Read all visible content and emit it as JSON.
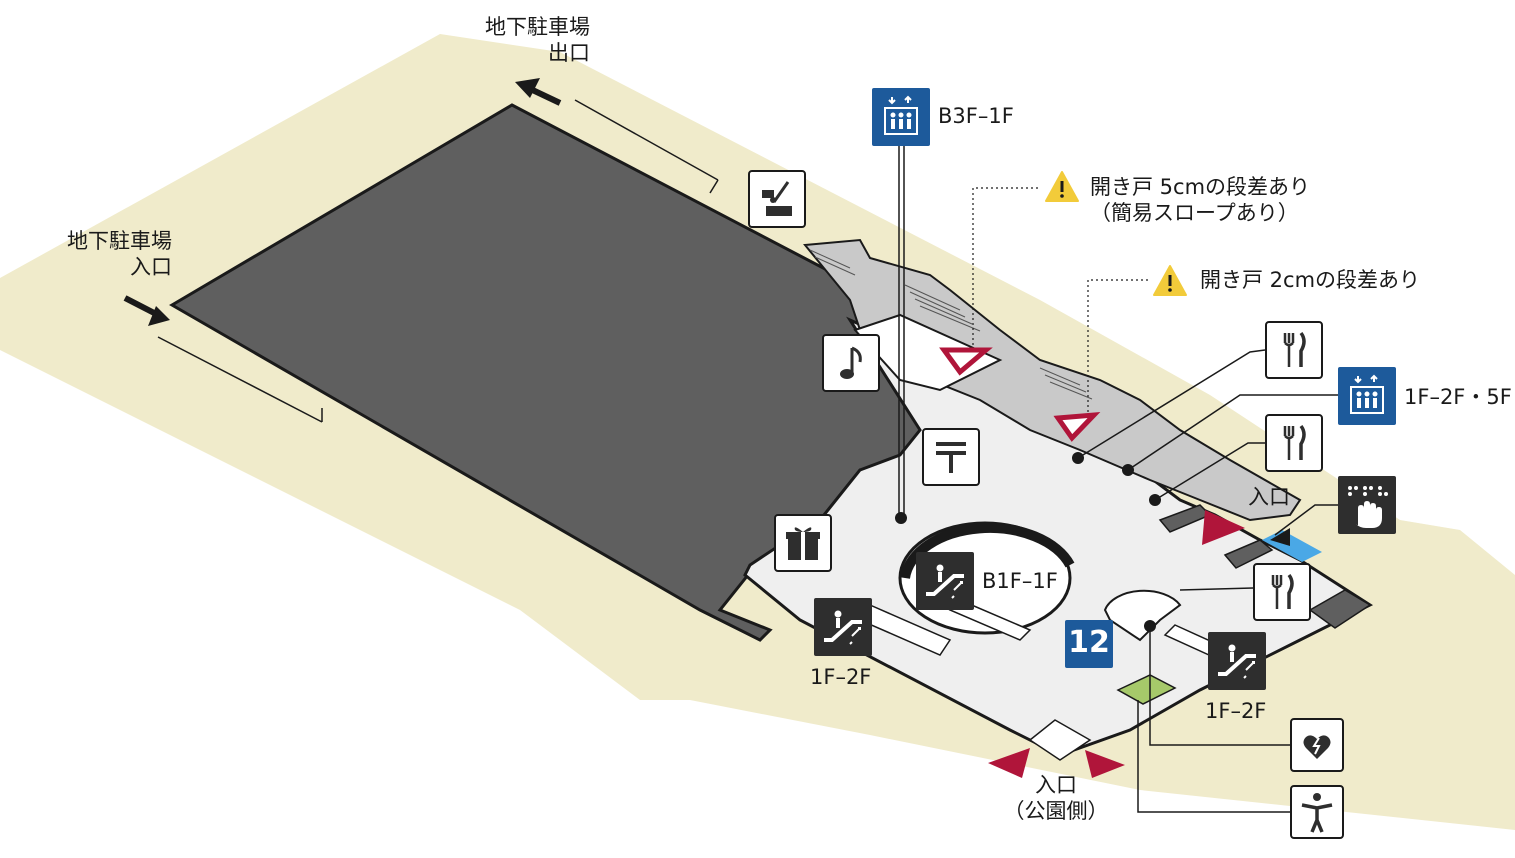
{
  "parking_exit": {
    "line1": "地下駐車場",
    "line2": "出口"
  },
  "parking_entrance": {
    "line1": "地下駐車場",
    "line2": "入口"
  },
  "elevator_top": {
    "label": "B3F–1F"
  },
  "elevator_right": {
    "label": "1F–2F・5F"
  },
  "warning_1": {
    "line1": "開き戸 5cmの段差あり",
    "line2": "（簡易スロープあり）"
  },
  "warning_2": {
    "line1": "開き戸 2cmの段差あり"
  },
  "escalator_center": {
    "label": "B1F–1F"
  },
  "escalator_left": {
    "label": "1F–2F"
  },
  "escalator_right": {
    "label": "1F–2F"
  },
  "side_entrance": {
    "label": "入口"
  },
  "main_entrance": {
    "line1": "入口",
    "line2": "（公園側）"
  },
  "floor_badge": {
    "number": "12"
  },
  "colors": {
    "ground": "#f0ebcb",
    "parking": "#5f5f5f",
    "floor": "#efefef",
    "corridor": "#c9c9c9",
    "elevator_blue": "#1d5a9b",
    "warning_red": "#b0153a",
    "warning_yellow": "#f2cb3a",
    "green_area": "#a6c96a",
    "blue_strip": "#4aa8e6",
    "icon_dark": "#2e2e2e"
  }
}
